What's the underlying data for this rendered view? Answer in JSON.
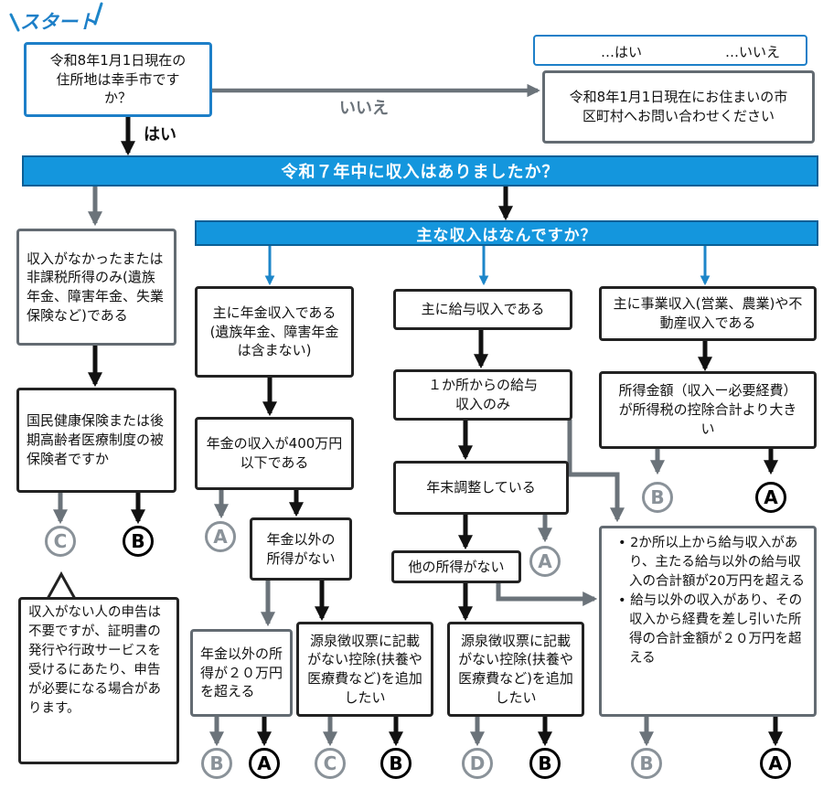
{
  "start_label": "スタート",
  "legend": {
    "yes": "…はい",
    "no": "…いいえ"
  },
  "q_residence": "令和8年1月1日現在の住所地は幸手市ですか？",
  "label_no": "いいえ",
  "label_yes": "はい",
  "contact_municipality": "令和8年1月1日現在にお住まいの市区町村へお問い合わせください",
  "q_income": "令和７年中に収入はありましたか？",
  "q_main_income": "主な収入はなんですか？",
  "no_income": "収入がなかったまたは非課税所得のみ(遺族年金、障害年金、失業保険など)である",
  "q_insured": "国民健康保険または後期高齢者医療制度の被保険者ですか",
  "note_no_income": "収入がない人の申告は不要ですが、証明書の発行や行政サービスを受けるにあたり、申告が必要になる場合があります。",
  "pension_main": "主に年金収入である(遺族年金、障害年金は含まない)",
  "pension_under": "年金の収入が400万円以下である",
  "no_other_than_pension": "年金以外の所得がない",
  "pension_other_over": "年金以外の所得が２０万円を超える",
  "add_deduction_pension": "源泉徴収票に記載がない控除(扶養や医療費など)を追加したい",
  "salary_main": "主に給与収入である",
  "salary_one": "１か所からの給与収入のみ",
  "year_end": "年末調整している",
  "no_other_income": "他の所得がない",
  "add_deduction_salary": "源泉徴収票に記載がない控除(扶養や医療費など)を追加したい",
  "business_main": "主に事業収入(営業、農業)や不動産収入である",
  "business_income": "所得金額（収入ー必要経費）が所得税の控除合計より大きい",
  "multi_conditions": [
    "• 2か所以上から給与収入があり、主たる給与以外の給与収入の合計額が20万円を超える",
    "• 給与以外の収入があり、その収入から経費を差し引いた所得の合計金額が２０万円を超える"
  ],
  "results": {
    "r_ins_no": "C",
    "r_ins_yes": "B",
    "r_pension_over": "A",
    "r_pen_other_no": "B",
    "r_pen_other_yes": "A",
    "r_pen_ded_no": "C",
    "r_pen_ded_yes": "B",
    "r_yearend_no": "A",
    "r_sal_ded_no": "D",
    "r_sal_ded_yes": "B",
    "r_bus_no": "B",
    "r_bus_yes": "A",
    "r_multi_no": "B",
    "r_multi_yes": "A"
  },
  "colors": {
    "yes_arrow": "#111111",
    "no_arrow": "#6b737a",
    "banner": "#1496dd",
    "blue_arrow": "#1d86c9"
  }
}
